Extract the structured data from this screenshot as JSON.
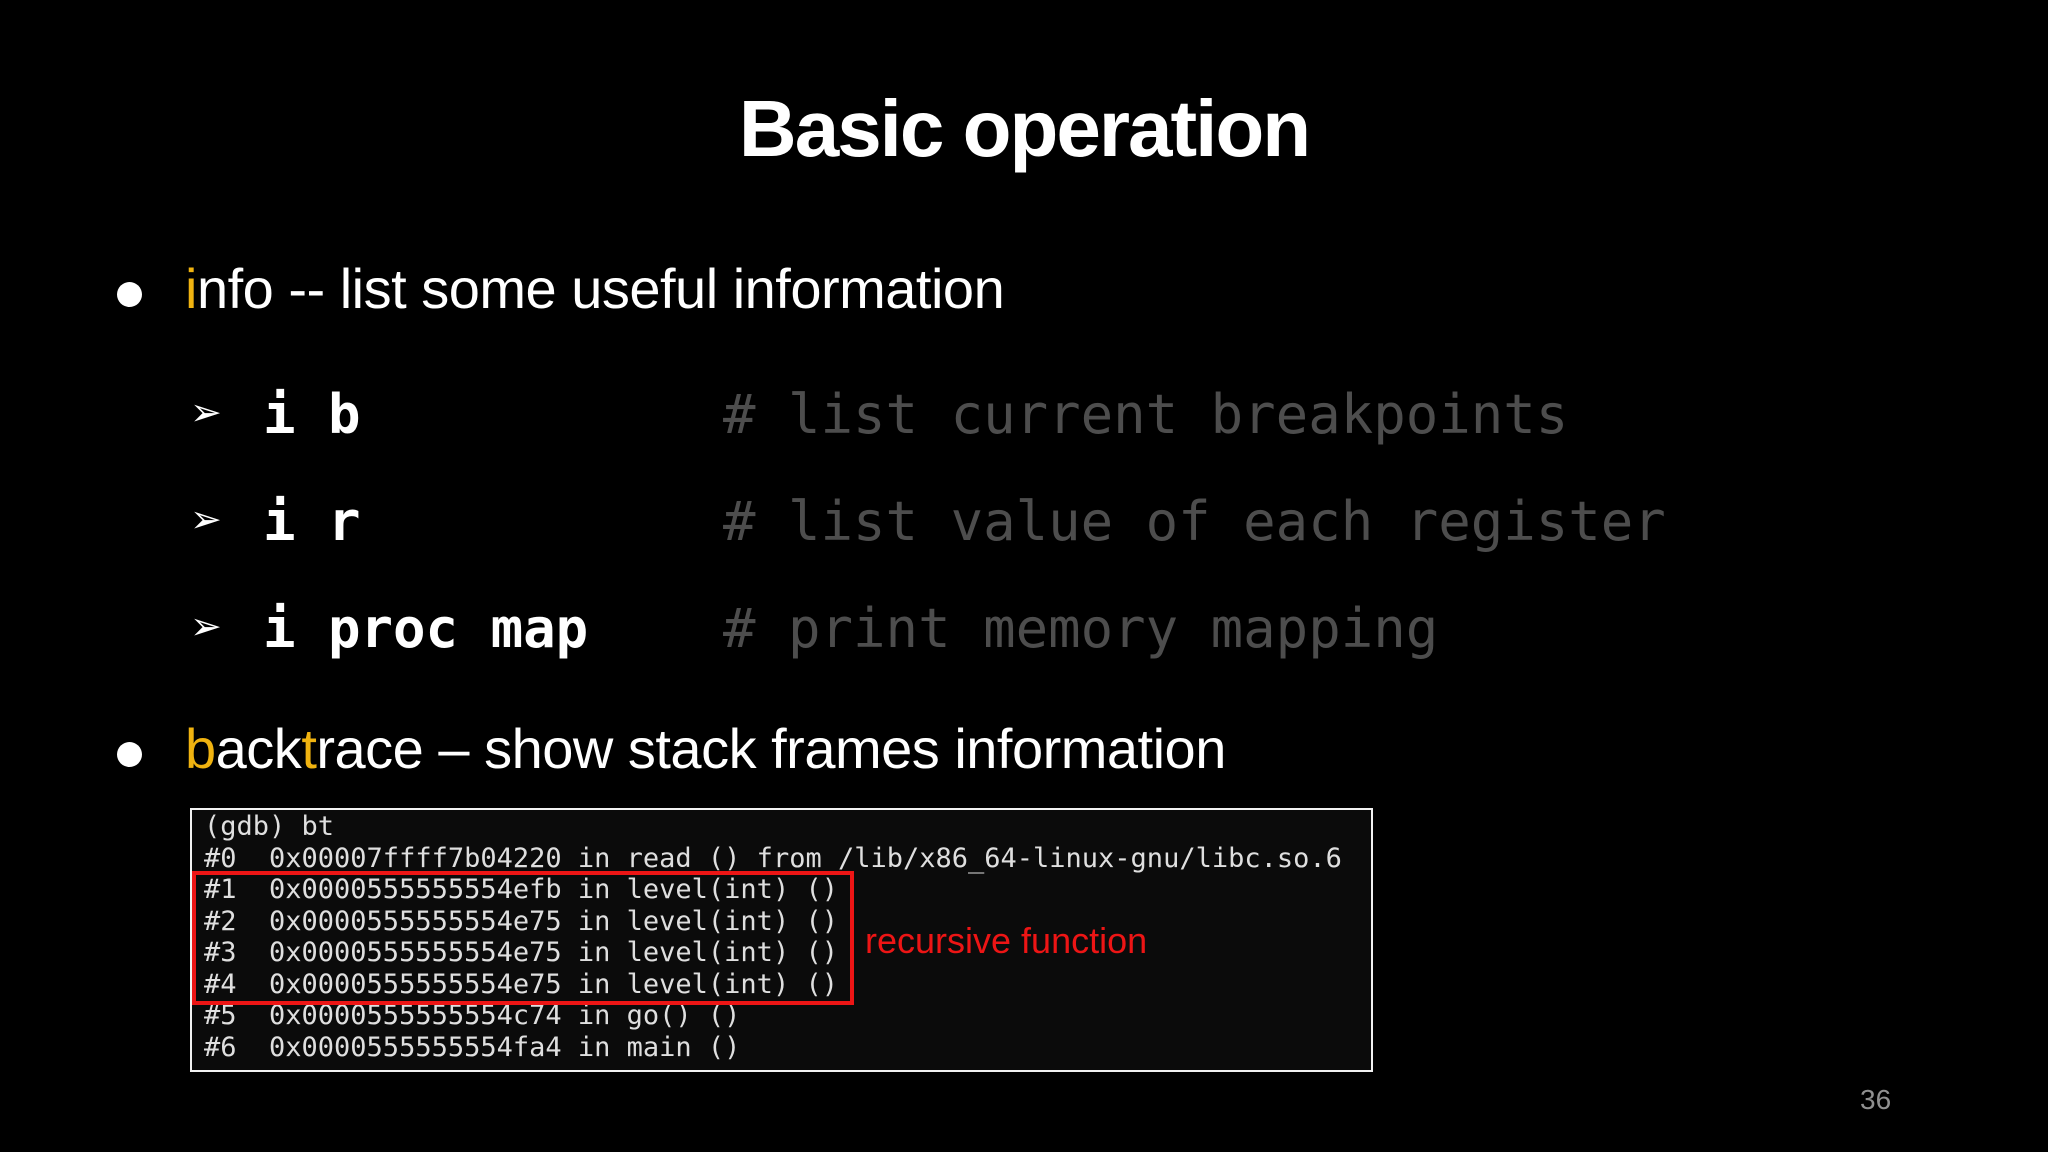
{
  "slide": {
    "title": "Basic operation",
    "page_number": "36"
  },
  "colors": {
    "background": "#000000",
    "text": "#FFFFFF",
    "accent_gold": "#F0B310",
    "comment_gray": "#4D4D4D",
    "terminal_text": "#DFDFDF",
    "terminal_border": "#F2F2F2",
    "terminal_background": "#0B0B0B",
    "highlight_red": "#ED1515",
    "page_number_gray": "#909090"
  },
  "icons": {
    "arrow_bullet_glyph": "➢"
  },
  "bullets": {
    "info": {
      "segments": [
        {
          "text": "i",
          "accent": true
        },
        {
          "text": "nfo -- list some useful information",
          "accent": false
        }
      ],
      "sub_items": [
        {
          "command": "i b",
          "comment": "# list current breakpoints"
        },
        {
          "command": "i r",
          "comment": "# list value of each register"
        },
        {
          "command": "i proc map",
          "comment": "# print memory mapping"
        }
      ]
    },
    "backtrace": {
      "segments": [
        {
          "text": "b",
          "accent": true
        },
        {
          "text": "ack",
          "accent": false
        },
        {
          "text": "t",
          "accent": true
        },
        {
          "text": "race – show stack frames information",
          "accent": false
        }
      ]
    }
  },
  "terminal": {
    "lines": [
      "(gdb) bt",
      "#0  0x00007ffff7b04220 in read () from /lib/x86_64-linux-gnu/libc.so.6",
      "#1  0x0000555555554efb in level(int) ()",
      "#2  0x0000555555554e75 in level(int) ()",
      "#3  0x0000555555554e75 in level(int) ()",
      "#4  0x0000555555554e75 in level(int) ()",
      "#5  0x0000555555554c74 in go() ()",
      "#6  0x0000555555554fa4 in main ()"
    ],
    "annotation": "recursive function"
  }
}
